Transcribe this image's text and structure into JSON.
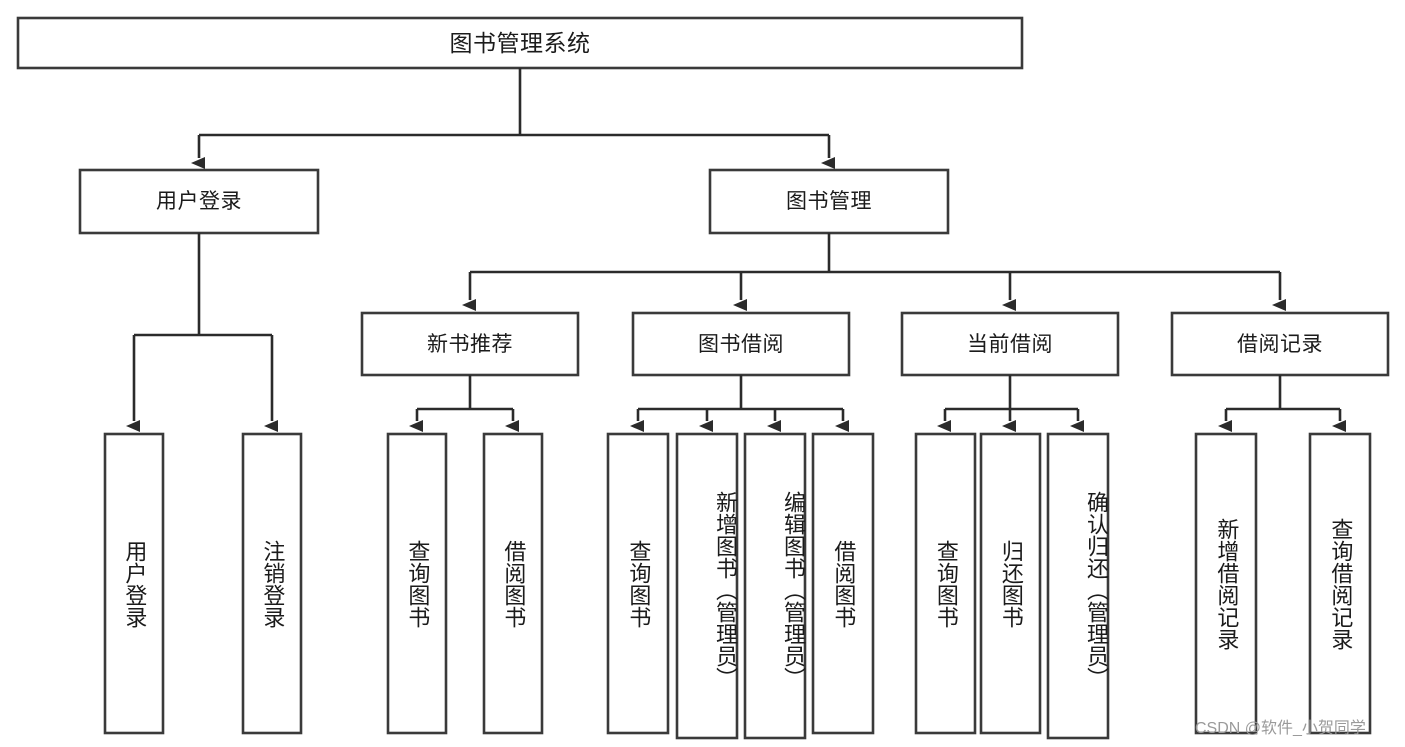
{
  "diagram": {
    "title": "图书管理系统",
    "type": "tree-hierarchy",
    "root": {
      "id": "root",
      "label": "图书管理系统"
    },
    "level1": [
      {
        "id": "user-login",
        "label": "用户登录"
      },
      {
        "id": "book-manage",
        "label": "图书管理"
      }
    ],
    "level2": [
      {
        "id": "new-book-recommend",
        "label": "新书推荐",
        "parent": "book-manage"
      },
      {
        "id": "book-borrow",
        "label": "图书借阅",
        "parent": "book-manage"
      },
      {
        "id": "current-borrow",
        "label": "当前借阅",
        "parent": "book-manage"
      },
      {
        "id": "borrow-record",
        "label": "借阅记录",
        "parent": "book-manage"
      }
    ],
    "leaves": [
      {
        "id": "leaf-user-login",
        "label": "用户登录",
        "parent": "user-login"
      },
      {
        "id": "leaf-user-logout",
        "label": "注销登录",
        "parent": "user-login"
      },
      {
        "id": "leaf-query-book-1",
        "label": "查询图书",
        "parent": "new-book-recommend"
      },
      {
        "id": "leaf-borrow-book-1",
        "label": "借阅图书",
        "parent": "new-book-recommend"
      },
      {
        "id": "leaf-query-book-2",
        "label": "查询图书",
        "parent": "book-borrow"
      },
      {
        "id": "leaf-add-book",
        "label": "新增图书（管理员）",
        "parent": "book-borrow"
      },
      {
        "id": "leaf-edit-book",
        "label": "编辑图书（管理员）",
        "parent": "book-borrow"
      },
      {
        "id": "leaf-borrow-book-2",
        "label": "借阅图书",
        "parent": "book-borrow"
      },
      {
        "id": "leaf-query-book-3",
        "label": "查询图书",
        "parent": "current-borrow"
      },
      {
        "id": "leaf-return-book",
        "label": "归还图书",
        "parent": "current-borrow"
      },
      {
        "id": "leaf-confirm-return",
        "label": "确认归还（管理员）",
        "parent": "current-borrow"
      },
      {
        "id": "leaf-add-record",
        "label": "新增借阅记录",
        "parent": "borrow-record"
      },
      {
        "id": "leaf-query-record",
        "label": "查询借阅记录",
        "parent": "borrow-record"
      }
    ],
    "colors": {
      "box_stroke": "#3a3a3a",
      "connector": "#2b2b2b",
      "text": "#1b1b1b",
      "background": "#ffffff",
      "watermark": "#9a9a9a"
    }
  },
  "watermark": {
    "text": "CSDN @软件_小贺同学"
  }
}
